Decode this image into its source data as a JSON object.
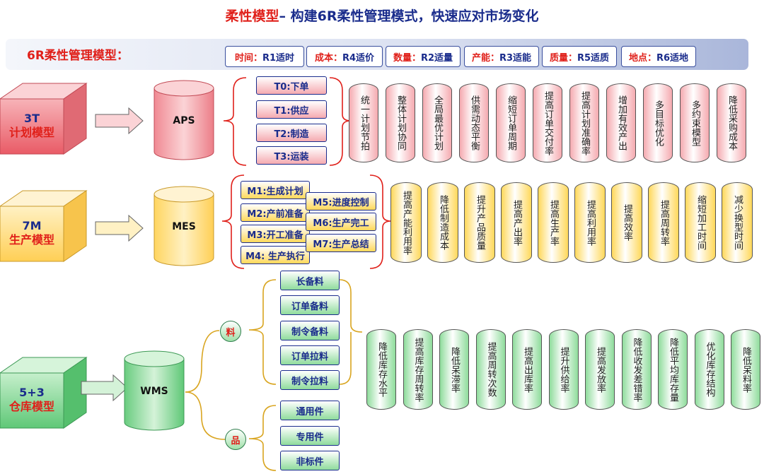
{
  "title": {
    "part1": "柔性模型",
    "part2": "– 构建6R柔性管理模式，快速应对市场变化"
  },
  "banner": {
    "label": "6R柔性管理模型：",
    "pills": [
      {
        "k": "时间：",
        "v": "R1适时"
      },
      {
        "k": "成本：",
        "v": "R4适价"
      },
      {
        "k": "数量：",
        "v": "R2适量"
      },
      {
        "k": "产能：",
        "v": "R3适能"
      },
      {
        "k": "质量：",
        "v": "R5适质"
      },
      {
        "k": "地点：",
        "v": "R6适地"
      }
    ]
  },
  "plan": {
    "cube_line1": "3T",
    "cube_line2": "计划模型",
    "system": "APS",
    "steps": [
      "T0:下单",
      "T1:供应",
      "T2:制造",
      "T3:运装"
    ],
    "benefits": [
      "统一计划节拍",
      "整体计划协同",
      "全局最优计划",
      "供需动态平衡",
      "缩短订单周期",
      "提高订单交付率",
      "提高计划准确率",
      "增加有效产出",
      "多目标优化",
      "多约束模型",
      "降低采购成本"
    ]
  },
  "production": {
    "cube_line1": "7M",
    "cube_line2": "生产模型",
    "system": "MES",
    "steps_left": [
      "M1:生成计划",
      "M2:产前准备",
      "M3:开工准备",
      "M4: 生产执行"
    ],
    "steps_right": [
      "M5:进度控制",
      "M6:生产完工",
      "M7:生产总结"
    ],
    "benefits": [
      "提高产能利用率",
      "降低制造成本",
      "提升产品质量",
      "提高产出率",
      "提高生产率",
      "提高利用率",
      "提高效率",
      "提高周转率",
      "缩短加工时间",
      "减少换型时间"
    ]
  },
  "warehouse": {
    "cube_line1": "5+3",
    "cube_line2": "仓库模型",
    "system": "WMS",
    "material_label": "料",
    "parts_label": "品",
    "materials": [
      "长备料",
      "订单备料",
      "制令备料",
      "订单拉料",
      "制令拉料"
    ],
    "parts": [
      "通用件",
      "专用件",
      "非标件"
    ],
    "benefits": [
      "降低库存水平",
      "提高库存周转率",
      "降低呆滞率",
      "提高周转次数",
      "提高出库率",
      "提升供给率",
      "提高发放率",
      "降低收发差错率",
      "降低平均库存量",
      "优化库存结构",
      "降低呆料率"
    ]
  },
  "colors": {
    "red": "#e0201a",
    "navy": "#1a2c8c",
    "pink": "#f5aab0",
    "yellow": "#ffd85a",
    "green": "#8fdc9c"
  }
}
